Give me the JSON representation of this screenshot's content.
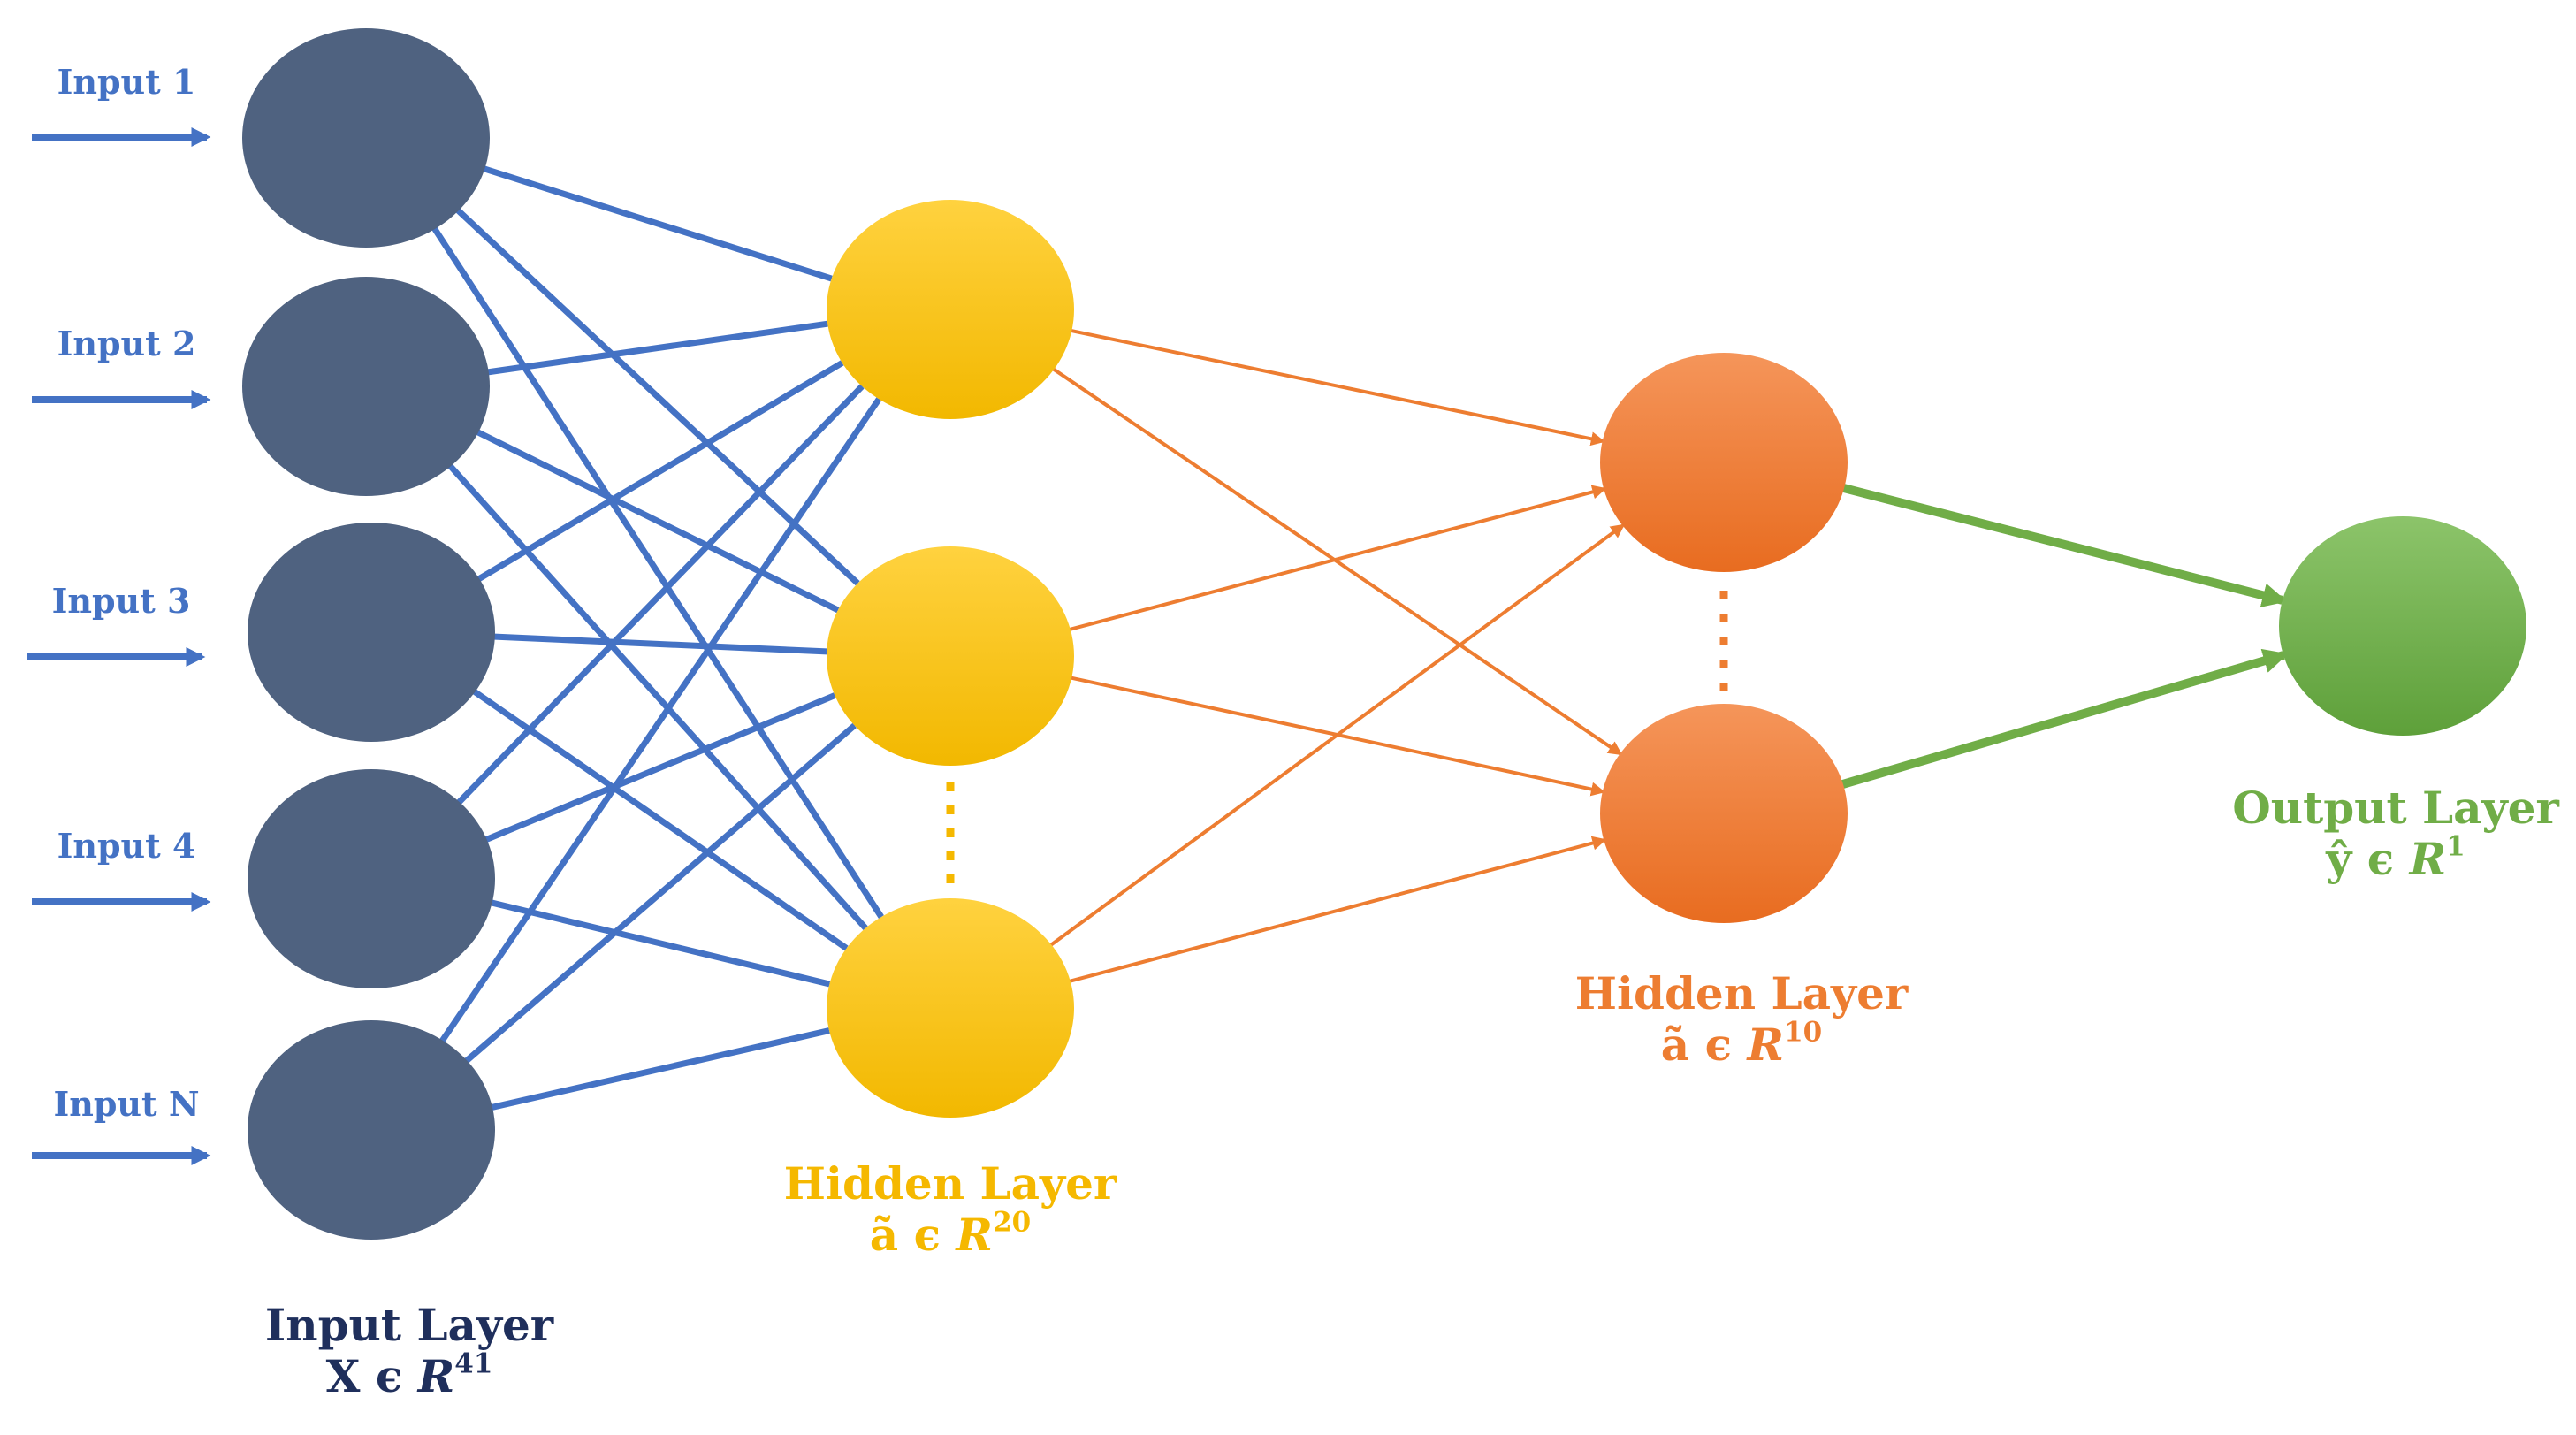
{
  "colors": {
    "input_node": "#4F6280",
    "input_edge": "#4472C4",
    "hidden1_node_top": "#FFD23F",
    "hidden1_node_bottom": "#F2B800",
    "hidden1_label": "#F5B800",
    "hidden2_node_top": "#F5955A",
    "hidden2_node_bottom": "#E86C20",
    "hidden2_edge": "#ED7D31",
    "output_node_top": "#8CC46A",
    "output_node_bottom": "#5EA03A",
    "output_edge": "#70AD47",
    "input_layer_label": "#1F2F5C",
    "input_text": "#4472C4"
  },
  "inputs": [
    "Input 1",
    "Input 2",
    "Input 3",
    "Input 4",
    "Input N"
  ],
  "layers": {
    "input": {
      "title": "Input Layer",
      "var": "X",
      "sym": "ϵ",
      "space": "R",
      "dim": "41"
    },
    "hidden1": {
      "title": "Hidden Layer",
      "var": "ã",
      "sym": "ϵ",
      "space": "R",
      "dim": "20"
    },
    "hidden2": {
      "title": "Hidden Layer",
      "var": "ã",
      "sym": "ϵ",
      "space": "R",
      "dim": "10"
    },
    "output": {
      "title": "Output Layer",
      "var": "ŷ",
      "sym": "ϵ",
      "space": "R",
      "dim": "1"
    }
  }
}
